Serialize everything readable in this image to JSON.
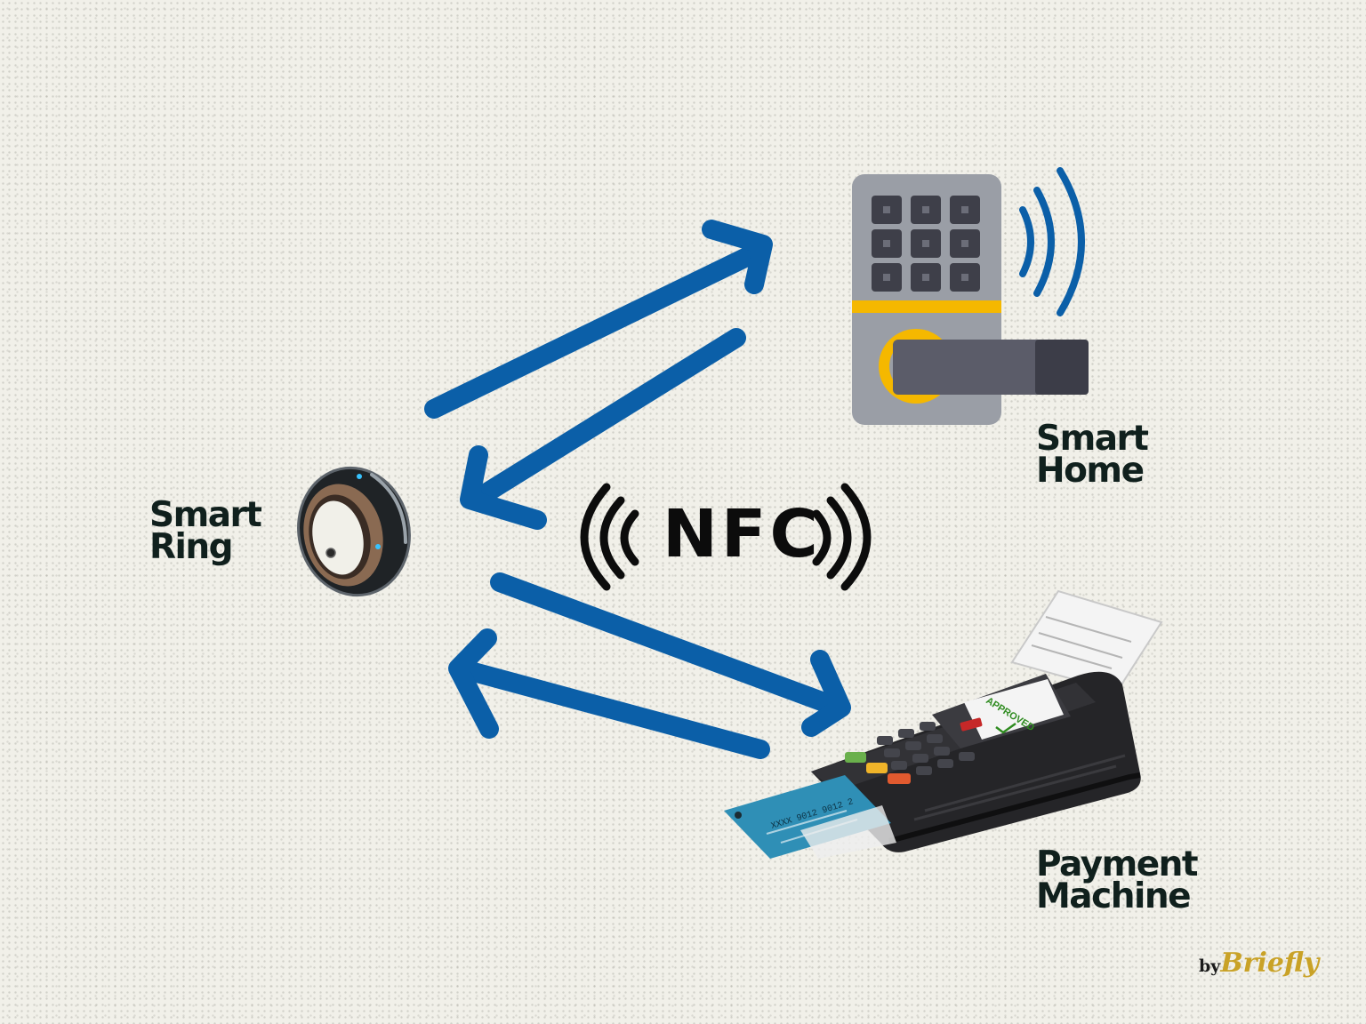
{
  "labels": {
    "smart_ring": [
      "Smart",
      "Ring"
    ],
    "smart_home": [
      "Smart",
      "Home"
    ],
    "payment_machine": [
      "Payment",
      "Machine"
    ]
  },
  "nfc": {
    "text": "NFC"
  },
  "terminal": {
    "screen_text": "APPROVED"
  },
  "card": {
    "number": "XXXX 9012 9012 2"
  },
  "brand": {
    "prefix": "by",
    "name": "Briefly"
  },
  "colors": {
    "arrow": "#0b5fa8",
    "lock_accent": "#f5b800",
    "waves": "#0b5fa8",
    "nfc": "#0c0c0c"
  }
}
